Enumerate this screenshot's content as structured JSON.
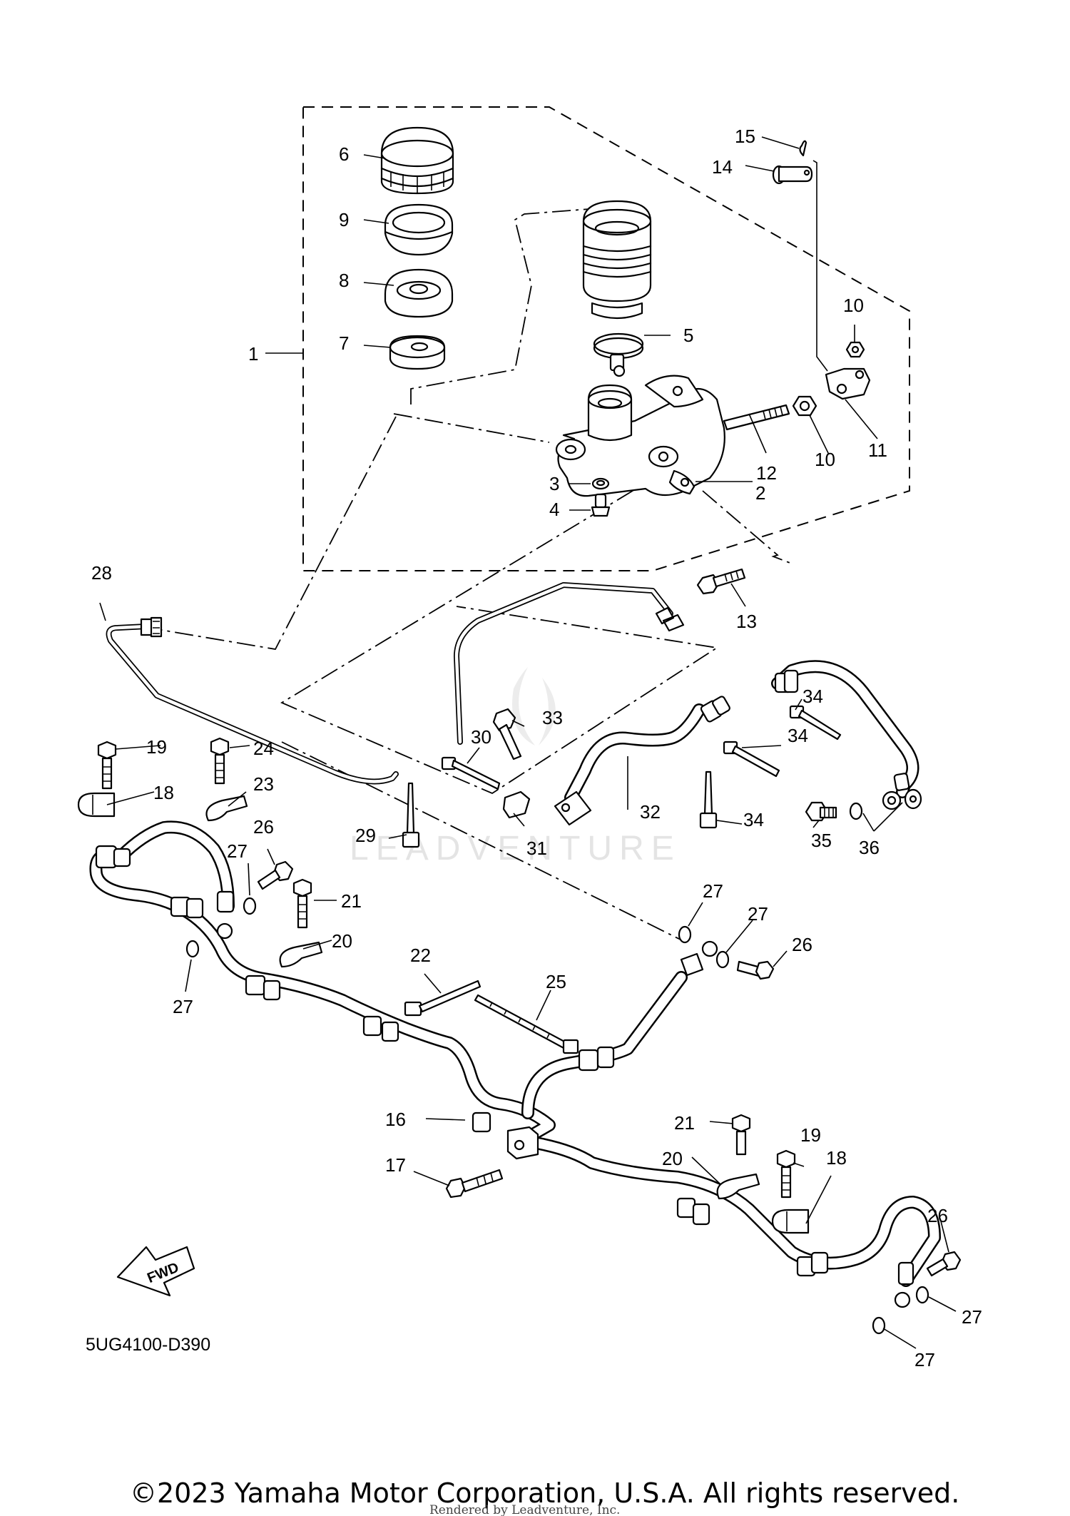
{
  "diagram_code": "5UG4100-D390",
  "fwd_label": "FWD",
  "copyright": "©2023 Yamaha Motor Corporation, U.S.A. All rights reserved.",
  "watermark": "LEADVENTURE",
  "rendered_by": "Rendered by Leadventure, Inc.",
  "callouts": [
    {
      "id": "c1",
      "text": "1"
    },
    {
      "id": "c2",
      "text": "2"
    },
    {
      "id": "c3",
      "text": "3"
    },
    {
      "id": "c4",
      "text": "4"
    },
    {
      "id": "c5",
      "text": "5"
    },
    {
      "id": "c6",
      "text": "6"
    },
    {
      "id": "c7",
      "text": "7"
    },
    {
      "id": "c8",
      "text": "8"
    },
    {
      "id": "c9",
      "text": "9"
    },
    {
      "id": "c10a",
      "text": "10"
    },
    {
      "id": "c10b",
      "text": "10"
    },
    {
      "id": "c11",
      "text": "11"
    },
    {
      "id": "c12",
      "text": "12"
    },
    {
      "id": "c13",
      "text": "13"
    },
    {
      "id": "c14",
      "text": "14"
    },
    {
      "id": "c15",
      "text": "15"
    },
    {
      "id": "c16",
      "text": "16"
    },
    {
      "id": "c17",
      "text": "17"
    },
    {
      "id": "c18a",
      "text": "18"
    },
    {
      "id": "c18b",
      "text": "18"
    },
    {
      "id": "c19a",
      "text": "19"
    },
    {
      "id": "c19b",
      "text": "19"
    },
    {
      "id": "c20a",
      "text": "20"
    },
    {
      "id": "c20b",
      "text": "20"
    },
    {
      "id": "c21a",
      "text": "21"
    },
    {
      "id": "c21b",
      "text": "21"
    },
    {
      "id": "c22",
      "text": "22"
    },
    {
      "id": "c23",
      "text": "23"
    },
    {
      "id": "c24",
      "text": "24"
    },
    {
      "id": "c25",
      "text": "25"
    },
    {
      "id": "c26a",
      "text": "26"
    },
    {
      "id": "c26b",
      "text": "26"
    },
    {
      "id": "c26c",
      "text": "26"
    },
    {
      "id": "c27a",
      "text": "27"
    },
    {
      "id": "c27b",
      "text": "27"
    },
    {
      "id": "c27c",
      "text": "27"
    },
    {
      "id": "c27d",
      "text": "27"
    },
    {
      "id": "c27e",
      "text": "27"
    },
    {
      "id": "c27f",
      "text": "27"
    },
    {
      "id": "c28",
      "text": "28"
    },
    {
      "id": "c29",
      "text": "29"
    },
    {
      "id": "c30",
      "text": "30"
    },
    {
      "id": "c31",
      "text": "31"
    },
    {
      "id": "c32",
      "text": "32"
    },
    {
      "id": "c33",
      "text": "33"
    },
    {
      "id": "c34a",
      "text": "34"
    },
    {
      "id": "c34b",
      "text": "34"
    },
    {
      "id": "c34c",
      "text": "34"
    },
    {
      "id": "c35",
      "text": "35"
    },
    {
      "id": "c36",
      "text": "36"
    }
  ]
}
